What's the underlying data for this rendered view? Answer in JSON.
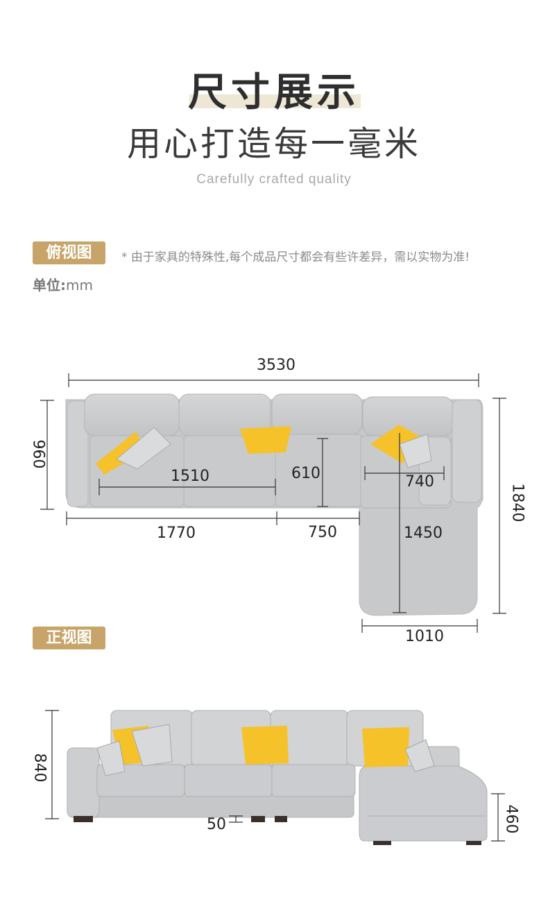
{
  "header": {
    "title": "尺寸展示",
    "subtitle": "用心打造每一毫米",
    "subtitle_en": "Carefully crafted quality"
  },
  "top_view": {
    "badge": "俯视图",
    "note": "* 由于家具的特殊性,每个成品尺寸都会有些许差异，需以实物为准!",
    "unit_label": "单位:",
    "unit_value": "mm",
    "dims": {
      "total_width": "3530",
      "depth": "960",
      "seat_width": "1510",
      "seat_depth": "610",
      "chaise_seat_width": "740",
      "total_depth": "1840",
      "left_section": "1770",
      "middle_section": "750",
      "chaise_length": "1450",
      "chaise_width": "1010"
    }
  },
  "front_view": {
    "badge": "正视图",
    "dims": {
      "height": "840",
      "leg_height": "50",
      "seat_height": "460"
    }
  },
  "colors": {
    "accent": "#c7a56a",
    "sofa": "#c9cacc",
    "pillow": "#f5c22a"
  }
}
